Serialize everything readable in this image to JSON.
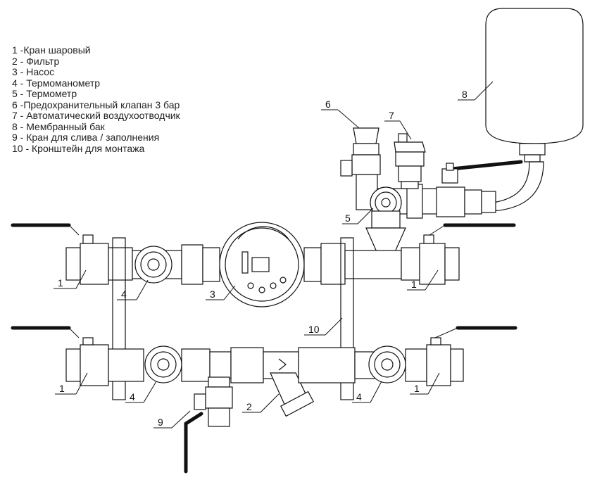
{
  "legend": [
    "1 -Кран шаровый",
    "2 - Фильтр",
    "3 - Насос",
    "4 - Термоманометр",
    "5 - Термометр",
    "6 -Предохранительный клапан 3 бар",
    "7 - Автоматический воздухоотводчик",
    "8 - Мембранный бак",
    "9 - Кран для слива / заполнения",
    "10 - Кронштейн для монтажа"
  ],
  "callouts": {
    "c1a": "1",
    "c1b": "1",
    "c1c": "1",
    "c1d": "1",
    "c2": "2",
    "c3": "3",
    "c4a": "4",
    "c4b": "4",
    "c4c": "4",
    "c5": "5",
    "c6": "6",
    "c7": "7",
    "c8": "8",
    "c9": "9",
    "c10": "10"
  }
}
